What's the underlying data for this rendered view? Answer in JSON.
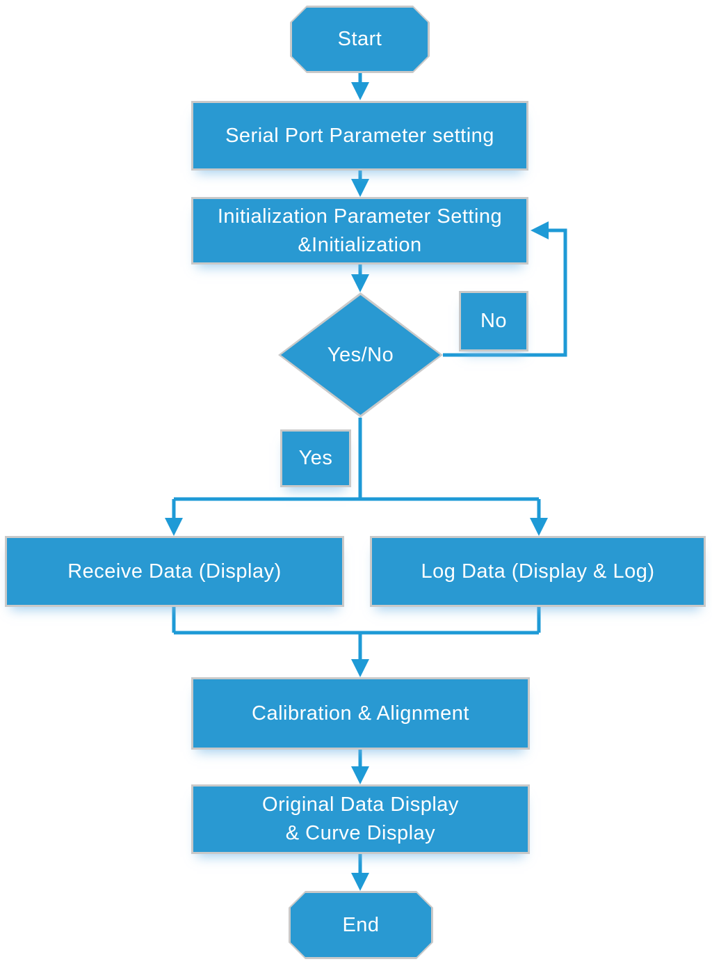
{
  "diagram": {
    "type": "flowchart",
    "colors": {
      "node_fill": "#2999D2",
      "node_border": "#C9C9C9",
      "connector": "#1E9AD6",
      "text": "#FFFFFF",
      "background": "#FFFFFF"
    },
    "nodes": {
      "start": {
        "label": "Start",
        "shape": "terminator"
      },
      "serial": {
        "label": "Serial Port Parameter setting",
        "shape": "process"
      },
      "init": {
        "label": "Initialization Parameter Setting\n&Initialization",
        "shape": "process"
      },
      "decision": {
        "label": "Yes/No",
        "shape": "decision"
      },
      "no_label": {
        "label": "No",
        "shape": "label"
      },
      "yes_label": {
        "label": "Yes",
        "shape": "label"
      },
      "receive": {
        "label": "Receive Data (Display)",
        "shape": "process"
      },
      "log": {
        "label": "Log Data (Display & Log)",
        "shape": "process"
      },
      "calibration": {
        "label": "Calibration & Alignment",
        "shape": "process"
      },
      "original": {
        "label": "Original Data Display\n& Curve Display",
        "shape": "process"
      },
      "end": {
        "label": "End",
        "shape": "terminator"
      }
    },
    "edges": [
      {
        "from": "start",
        "to": "serial"
      },
      {
        "from": "serial",
        "to": "init"
      },
      {
        "from": "init",
        "to": "decision"
      },
      {
        "from": "decision",
        "to": "init",
        "branch": "No"
      },
      {
        "from": "decision",
        "to": "receive",
        "branch": "Yes"
      },
      {
        "from": "decision",
        "to": "log",
        "branch": "Yes"
      },
      {
        "from": "receive",
        "to": "calibration"
      },
      {
        "from": "log",
        "to": "calibration"
      },
      {
        "from": "calibration",
        "to": "original"
      },
      {
        "from": "original",
        "to": "end"
      }
    ]
  }
}
